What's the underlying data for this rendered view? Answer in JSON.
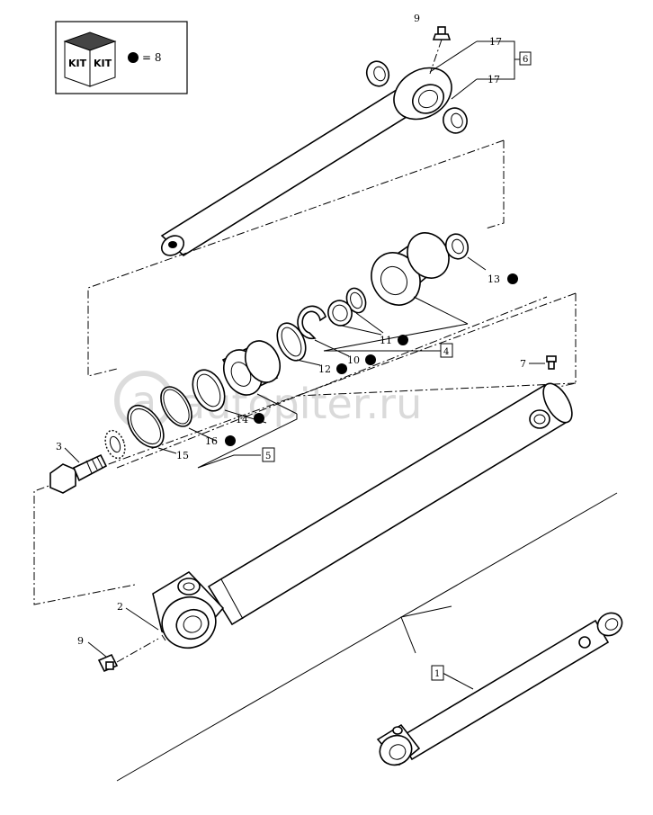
{
  "kit_legend": {
    "kit_label_1": "KIT",
    "kit_label_2": "KIT",
    "equals_text": "= 8"
  },
  "watermark": "autopiter.ru",
  "callouts": {
    "c1": "1",
    "c2": "2",
    "c3": "3",
    "c4": "4",
    "c5": "5",
    "c6": "6",
    "c7": "7",
    "c9_top": "9",
    "c9_bottom": "9",
    "c10": "10",
    "c11": "11",
    "c12": "12",
    "c13": "13",
    "c14": "14",
    "c15": "15",
    "c16": "16",
    "c17_upper": "17",
    "c17_lower": "17"
  }
}
